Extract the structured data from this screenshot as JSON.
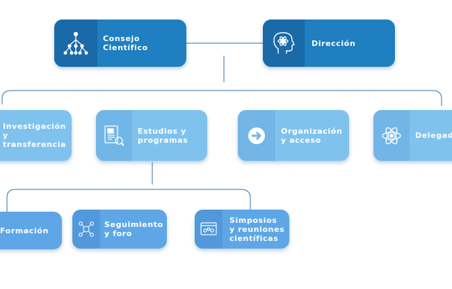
{
  "top": {
    "consejo": "Consejo\nCientífico",
    "direccion": "Dirección"
  },
  "level2": {
    "investigacion": "Investigación\ny transferencia",
    "estudios": "Estudios y\nprogramas",
    "organizacion": "Organización\ny acceso",
    "delegados": "Delegados"
  },
  "level3": {
    "formacion": "Formación",
    "seguimiento": "Seguimiento\ny foro",
    "simposios": "Simposios\ny reuniones\ncientíficas"
  },
  "colors": {
    "dark": "#1f7fc0",
    "light": "#7fc2ee",
    "mid": "#5ea6e6",
    "connector": "#2f6f9f"
  }
}
